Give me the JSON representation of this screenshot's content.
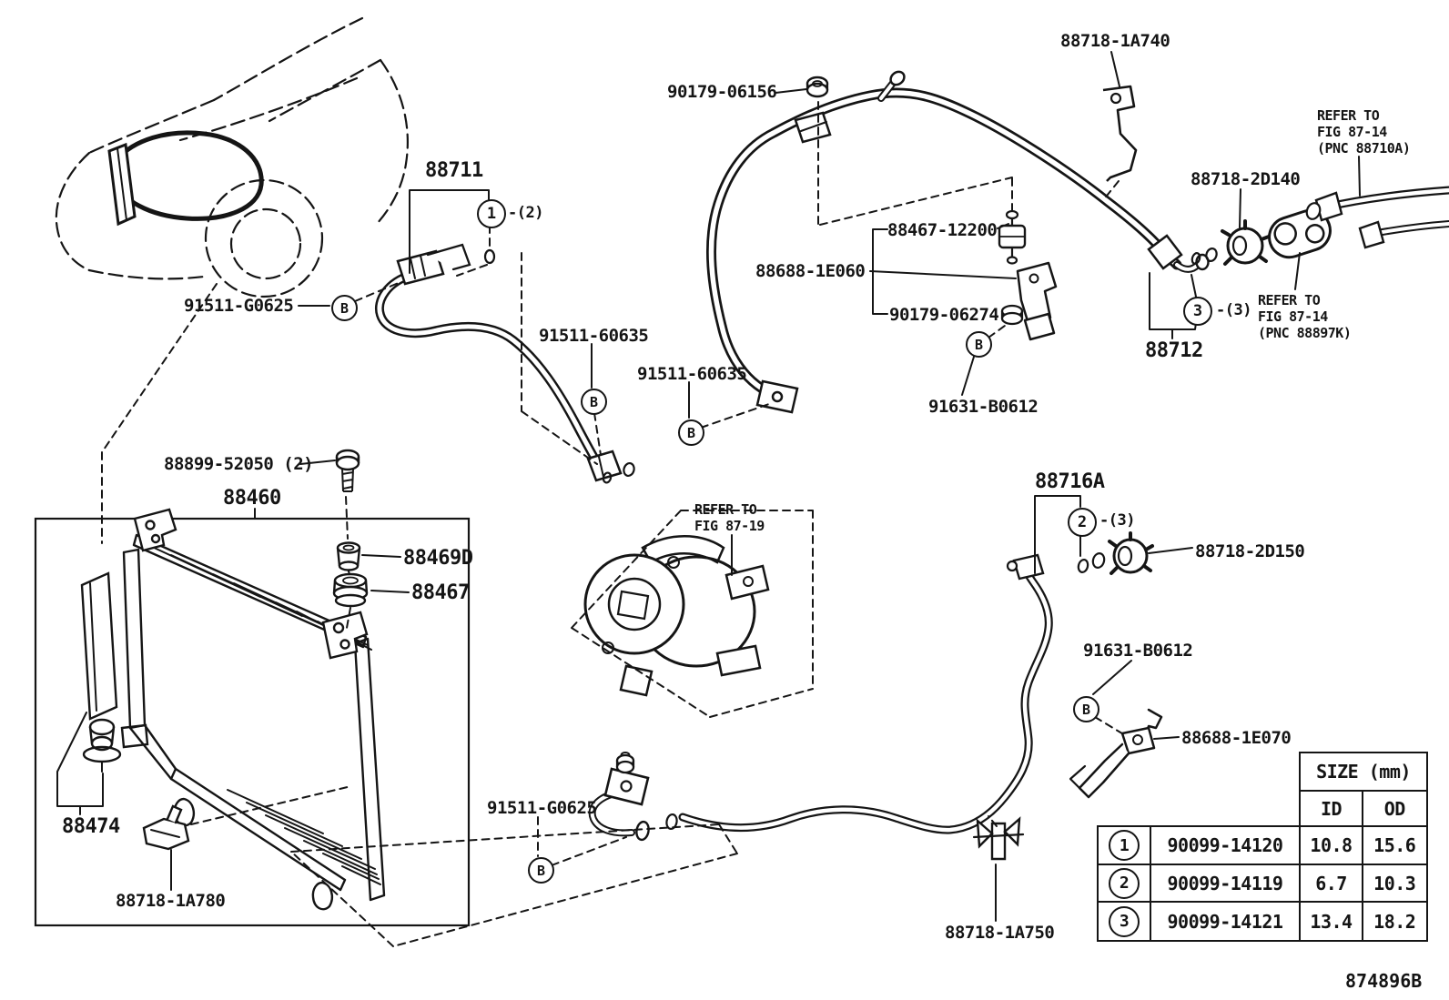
{
  "figure": {
    "code": "874896B"
  },
  "parts": {
    "p88718_1A740": "88718-1A740",
    "p90179_06156": "90179-06156",
    "p88718_2D140": "88718-2D140",
    "p88711": "88711",
    "p91511_G0625": "91511-G0625",
    "p88467_12200": "88467-12200",
    "p88688_1E060": "88688-1E060",
    "p90179_06274": "90179-06274",
    "p91631_B0612": "91631-B0612",
    "p88712": "88712",
    "p91511_60635": "91511-60635",
    "p88899_52050": "88899-52050 (2)",
    "p88460": "88460",
    "p88469D": "88469D",
    "p88467": "88467",
    "p88716A": "88716A",
    "p88718_2D150": "88718-2D150",
    "p88688_1E070": "88688-1E070",
    "p88474": "88474",
    "p88718_1A780": "88718-1A780",
    "p88718_1A750": "88718-1A750"
  },
  "notes": {
    "refer_top": [
      "REFER TO",
      "FIG 87-14",
      "(PNC 88710A)"
    ],
    "refer_right": [
      "REFER TO",
      "FIG 87-14",
      "(PNC 88897K)"
    ],
    "refer_compressor": [
      "REFER TO",
      "FIG 87-19"
    ]
  },
  "callouts": {
    "one": {
      "num": "1",
      "qty": "-(2)"
    },
    "two": {
      "num": "2",
      "qty": "-(3)"
    },
    "three": {
      "num": "3",
      "qty": "-(3)"
    },
    "bolt_marker": "B"
  },
  "size_table": {
    "title": "SIZE (mm)",
    "col_id": "ID",
    "col_od": "OD",
    "rows": [
      {
        "marker": "1",
        "part": "90099-14120",
        "id": "10.8",
        "od": "15.6"
      },
      {
        "marker": "2",
        "part": "90099-14119",
        "id": "6.7",
        "od": "10.3"
      },
      {
        "marker": "3",
        "part": "90099-14121",
        "id": "13.4",
        "od": "18.2"
      }
    ]
  },
  "colors": {
    "ink": "#151515",
    "paper": "#ffffff"
  }
}
